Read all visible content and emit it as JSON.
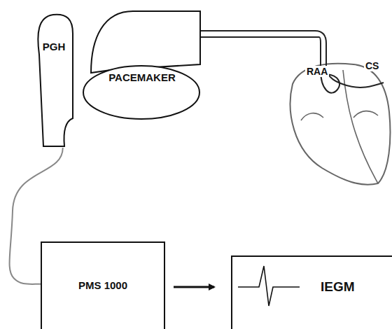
{
  "diagram": {
    "nodes": [
      {
        "text": [
          "PGH"
        ]
      },
      {
        "text": [
          "PACEMAKER"
        ]
      },
      {
        "text": [
          "PMS 1000"
        ]
      },
      {
        "text": [
          "IEGM"
        ]
      }
    ],
    "edges": [
      {
        "from": 0,
        "to": 2,
        "arrow": "none"
      },
      {
        "from": 2,
        "to": 3,
        "arrow": "to"
      }
    ],
    "labels": [
      "RAA",
      "CS"
    ]
  }
}
